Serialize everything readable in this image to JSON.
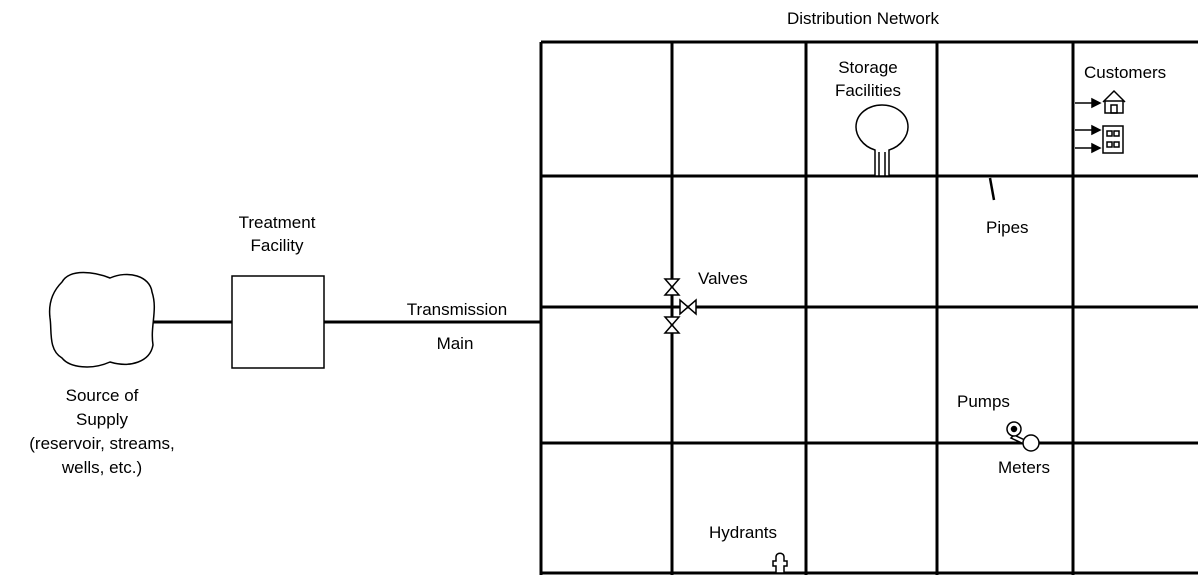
{
  "title": "Distribution Network",
  "source": {
    "lines": [
      "Source of",
      "Supply",
      "(reservoir, streams,",
      "wells, etc.)"
    ]
  },
  "treatment": {
    "lines": [
      "Treatment",
      "Facility"
    ]
  },
  "transmission": {
    "line1": "Transmission",
    "line2": "Main"
  },
  "storage": {
    "lines": [
      "Storage",
      "Facilities"
    ]
  },
  "customers": {
    "label": "Customers"
  },
  "pipes": {
    "label": "Pipes"
  },
  "valves": {
    "label": "Valves"
  },
  "pumps": {
    "label": "Pumps"
  },
  "meters": {
    "label": "Meters"
  },
  "hydrants": {
    "label": "Hydrants"
  },
  "colors": {
    "stroke": "#000000",
    "background": "#ffffff"
  },
  "icons": [
    "house-icon",
    "building-icon",
    "valve-icon",
    "pump-icon",
    "meter-icon",
    "hydrant-icon",
    "storage-tank-icon",
    "cloud-source-icon"
  ]
}
